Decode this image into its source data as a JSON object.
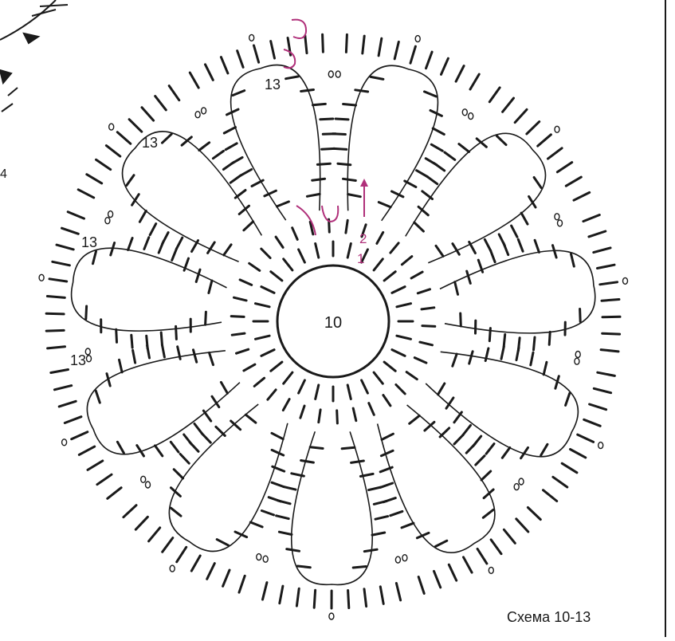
{
  "diagram": {
    "center_label": "10",
    "petal_label": "13",
    "row_markers": [
      "2",
      "1"
    ],
    "top_marker": "3",
    "side_label": "4",
    "caption": "Схема 10-13",
    "petal_count": 11,
    "ink_color": "#1a1a1a",
    "accent_color": "#b0307a"
  }
}
